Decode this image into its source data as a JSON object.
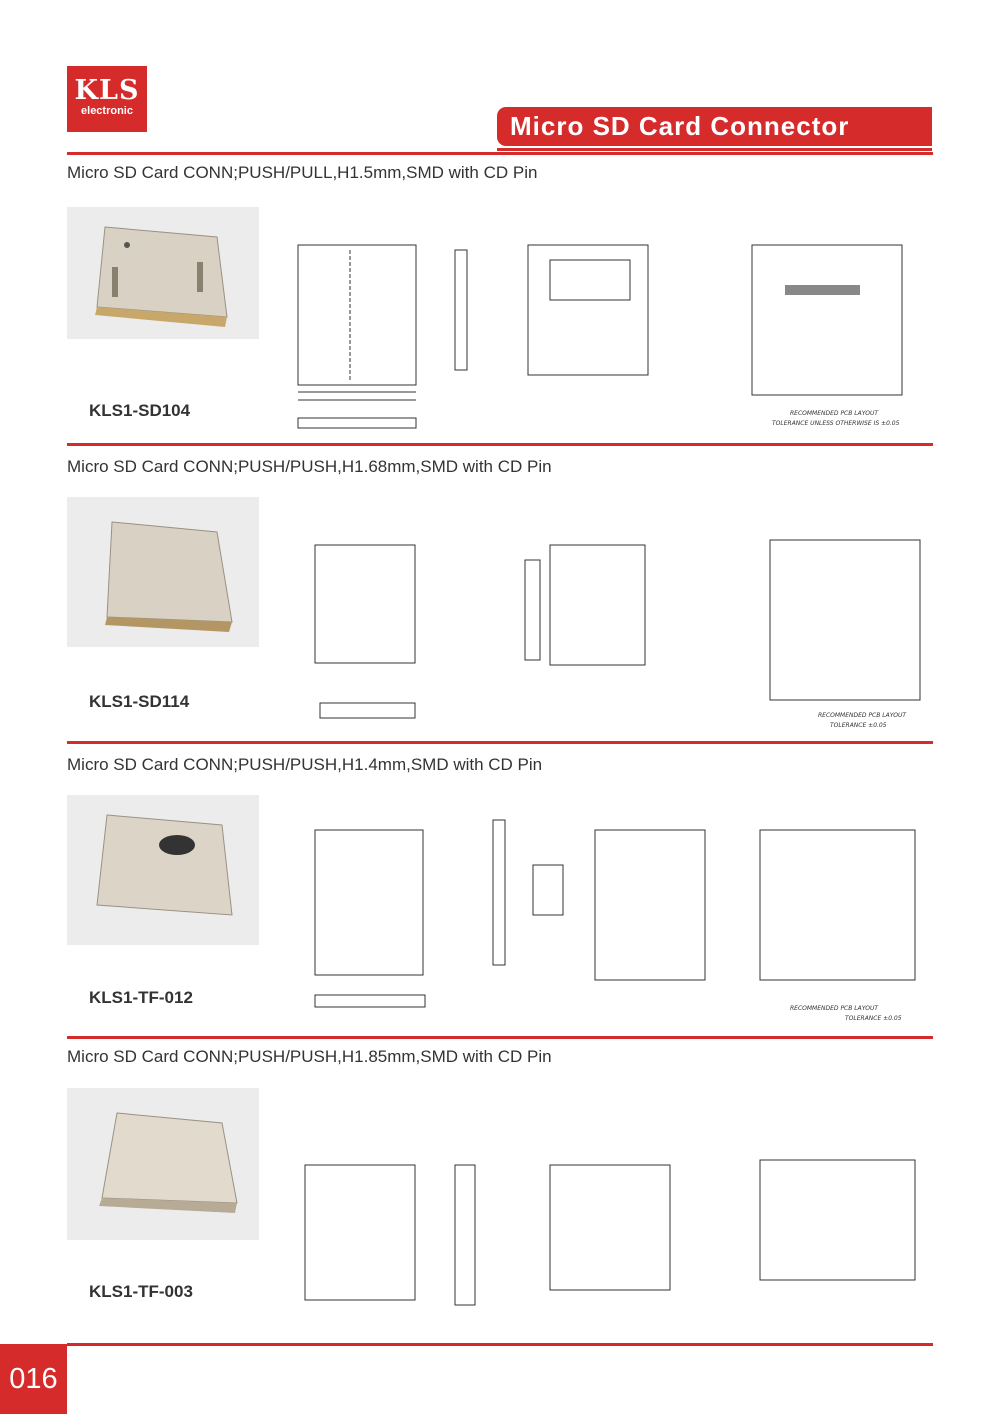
{
  "brand": {
    "logo_text": "KLS",
    "logo_sub": "electronic",
    "color": "#d52b2b"
  },
  "header": {
    "title": "Micro SD Card Connector"
  },
  "sections": [
    {
      "heading": "Micro SD Card CONN;PUSH/PULL,H1.5mm,SMD with CD Pin",
      "model": "KLS1-SD104",
      "pcb_note": "RECOMMENDED PCB LAYOUT",
      "tolerance": "TOLERANCE UNLESS OTHERWISE IS ±0.05"
    },
    {
      "heading": "Micro SD Card CONN;PUSH/PUSH,H1.68mm,SMD with CD Pin",
      "model": "KLS1-SD114",
      "pcb_note": "RECOMMENDED PCB LAYOUT",
      "tolerance": "TOLERANCE ±0.05"
    },
    {
      "heading": "Micro SD Card CONN;PUSH/PUSH,H1.4mm,SMD with CD Pin",
      "model": "KLS1-TF-012",
      "pcb_note": "RECOMMENDED PCB LAYOUT",
      "tolerance": "TOLERANCE ±0.05"
    },
    {
      "heading": "Micro SD Card CONN;PUSH/PUSH,H1.85mm,SMD with CD Pin",
      "model": "KLS1-TF-003",
      "pcb_note": "",
      "tolerance": ""
    }
  ],
  "page": {
    "number": "016"
  }
}
